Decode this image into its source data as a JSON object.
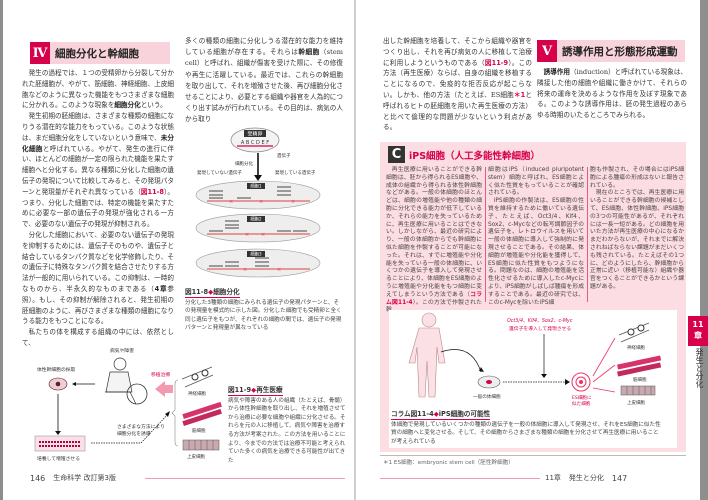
{
  "left_page": {
    "section4": {
      "num": "Ⅳ",
      "title": "細胞分化と幹細胞"
    },
    "col1": {
      "p1a": "発生の過程では、１つの受精卵から分裂して分かれた胚細胞が、やがて、筋細胞、神経細胞、上皮細胞などのように異なった機能をもつさまざまな細胞に分かれる。このような現象を",
      "p1b": "細胞分化",
      "p1c": "という。",
      "p2a": "発生初期の胚細胞は、さまざまな種類の細胞になりうる潜在的な能力をもっている。このような状態は、まだ細胞分化をしていないという意味で、",
      "p2b": "未分化細胞",
      "p2c": "と呼ばれている。やがて、発生の進行に伴い、ほとんどの細胞が一定の限られた機能を果たす細胞へと分化する。異なる種類に分化した細胞の遺伝子の発現について比較してみると、その発現パターンと発現量がそれぞれ異なっている（",
      "p2ref": "図11-8",
      "p2d": "）。つまり、分化した細胞では、特定の機能を果たすために必要な一部の遺伝子の発現が強化される一方で、必要のない遺伝子の発現が抑制される。",
      "p3a": "分化した細胞において、必要のない遺伝子の発現を抑制するためには、遺伝子そのものや、遺伝子と結合しているタンパク質などを化学修飾したり、その遺伝子に特殊なタンパク質を結合させたりする方法が一般的に用いられている。この抑制は、一時的なものから、半永久的なものまである（",
      "p3b": "4章",
      "p3c": "参照）。もし、その抑制が解除されると、発生初期の胚細胞のように、再びさまざまな種類の細胞になりうる能力をもつことになる。",
      "p4": "私たちの体を構成する組織の中には、依然として、"
    },
    "col2": {
      "a": "多くの種類の細胞に分化しうる潜在的な能力を維持している細胞が存在する。それらは",
      "b": "幹細胞",
      "c": "（stem cell）と呼ばれ、組織が傷害を受けた際に、その修復や再生に活躍している。最近では、これらの幹細胞を取り出して、それを増殖させた後、再び細胞分化させることにより、必要とする組織や器官を人為的につくり出す試みが行われている。その目的は、病気の人から取り"
    },
    "fig8": {
      "zygote": "受精卵",
      "genes": "A B C D E F",
      "gene_label": "遺伝子",
      "diff": "細胞分化",
      "not_expr": "発現していない遺伝子",
      "expr": "発現している遺伝子",
      "cell1": "細胞1",
      "cell2": "細胞2",
      "cell3": "細胞3",
      "cap_no": "図11-8",
      "cap_title": "細胞分化",
      "cap_text": "分化した3種類の細胞にみられる遺伝子の発現パターンと、その発現量を模式的に示した図。分化した細胞でも受精卵と全く同じ遺伝子をもつが、それぞれの細胞の間では、遺伝子の発現パターンと発現量が異なっている"
    },
    "fig9": {
      "patient": "病気や障害",
      "harvest": "体性幹細胞の採取",
      "transplant": "移植治療",
      "culture": "培養して増殖させる",
      "induce1": "さまざまな方法により",
      "induce2": "細胞分化を誘導",
      "nerve": "神経細胞",
      "muscle": "筋細胞",
      "epith": "上皮細胞",
      "cap_no": "図11-9",
      "cap_title": "再生医療",
      "cap_text": "病気や障害のある人の組織（たとえば、骨髄）から体性幹細胞を取り出し、それを増殖させてから治療に必要な細胞や組織に分化させる。それらを元の人に移植して、病気や障害を治療する方法が考案された。この方法を用いることにより、今までの方法では治療不可能と考えられていた多くの病気を治療できる可能性が出てきた"
    },
    "footer": {
      "page": "146",
      "book": "生命科学 改訂第3版"
    }
  },
  "right_page": {
    "col1": {
      "a": "出した幹細胞を培養して、そこから組織や器官をつくり出し、それを再び病気の人に移植して治療に利用しようというものである（",
      "ref": "図11-9",
      "b": "）。この方法（再生医療）ならば、自身の組織を移植することになるので、免疫的な拒否反応が起こらない。しかも、他の方法（たとえば、ES細胞",
      "fnmark": "＊1",
      "c": "と呼ばれるヒトの胚細胞を用いた再生医療の方法）と比べて倫理的な問題が少ないという利点がある。"
    },
    "section5": {
      "num": "V",
      "title": "誘導作用と形態形成運動",
      "p_a": "誘導作用",
      "p_b": "（induction）と呼ばれている現象は、隣接した他の細胞や組織に働きかけて、それらの将来の運命を決めるような作用を及ぼす現象である。このような誘導作用は、胚の発生過程のあらゆる時期のいたるところでみられる。"
    },
    "column": {
      "mark": "C",
      "title": "iPS細胞（人工多能性幹細胞）",
      "c1a": "再生医療に用いることができる幹細胞は、胚から得られるES細胞や、成体の組織から得られる体性幹細胞などがある。一般の体細胞のほとんどは、細胞の増殖能や他の種類の細胞に分化できる能力が低下しているか、それらの能力を失っているために、再生医療に用いることはできない。しかしながら、最近の研究により、一般の体細胞からでも幹細胞に似た細胞を作製することが可能になった。それは、すでに増殖能や分化能を失っている一般の体細胞に、いくつかの遺伝子を導入して発現させることにより、体細胞をES細胞のように増殖能や分化能をもつ細胞に変えてしまうという方法である（",
      "c1ref": "コラム図11-4",
      "c1b": "）。この方法で作製された幹",
      "c2a": "細胞はiPS（induced pluripotent stem）細胞と呼ばれ、ES細胞とよく似た性質をもっていることが確認されている。",
      "c2b": "iPS細胞の作製法は、ES細胞の性質を維持するために働いている遺伝子、たとえば、Oct3/4、Klf4、Sox2、c-Mycなどの転写調節因子の遺伝子を、レトロウイルスを用いて一般の体細胞に導入して強制的に発現させることである。その結果、体細胞が増殖能や分化能を獲得して、ES細胞に似た性質をもつようになる。問題なのは、細胞の増殖能を活性化させるために導入したc-Mycにより、iPS細胞がしばしば腫瘍を形成することである。最近の研究では、このc-Mycを除いたiPS細",
      "c3a": "胞も作製され、その場合にはiPS細胞による腫瘍の形成はないと報告されている。",
      "c3b": "現在のところでは、再生医療に用いることができる幹細胞の候補として、ES細胞、体性幹細胞、iPS細胞の3つの可能性があるが、それぞれには一長一短がある。どの細胞を用いた方法が再生医療の中心になるかまだわからないが、それまでに解決されねばならない課題がまだいくつも残されている。たとえばその1つに、どのようにしたら、幹細胞から正常に近い（移植可能な）組織や器官をつくることができるかという課題がある。",
      "fig": {
        "genes1": "Oct3/4、Klf4、Sox2、c-Myc",
        "genes2": "遺伝子を導入して発現させる",
        "somatic": "一般の体細胞",
        "es1": "ES細胞に",
        "es2": "似た細胞",
        "nerve": "神経細胞",
        "muscle": "筋細胞",
        "epith": "上皮細胞",
        "cap_no": "コラム図11-4",
        "cap_title": "iPS細胞の可能性",
        "cap_text": "体細胞で発現しているいくつかの種類の遺伝子を一般の体細胞に導入して発現させ、それをES細胞に似た性質の細胞へと変化させる。そして、その細胞からさまざまな種類の細胞を分化させて再生医療に用いることが考えられている"
      }
    },
    "footnote": "＊1 ES細胞：embryonic stem cell（胚性幹細胞）",
    "footer": {
      "chapter": "11章",
      "chapter_title": "発生と分化",
      "page": "147"
    },
    "tab": {
      "num": "11",
      "unit": "章",
      "title": "発生と分化"
    }
  },
  "colors": {
    "accent": "#d6004b",
    "pink": "#f8d3dc"
  }
}
